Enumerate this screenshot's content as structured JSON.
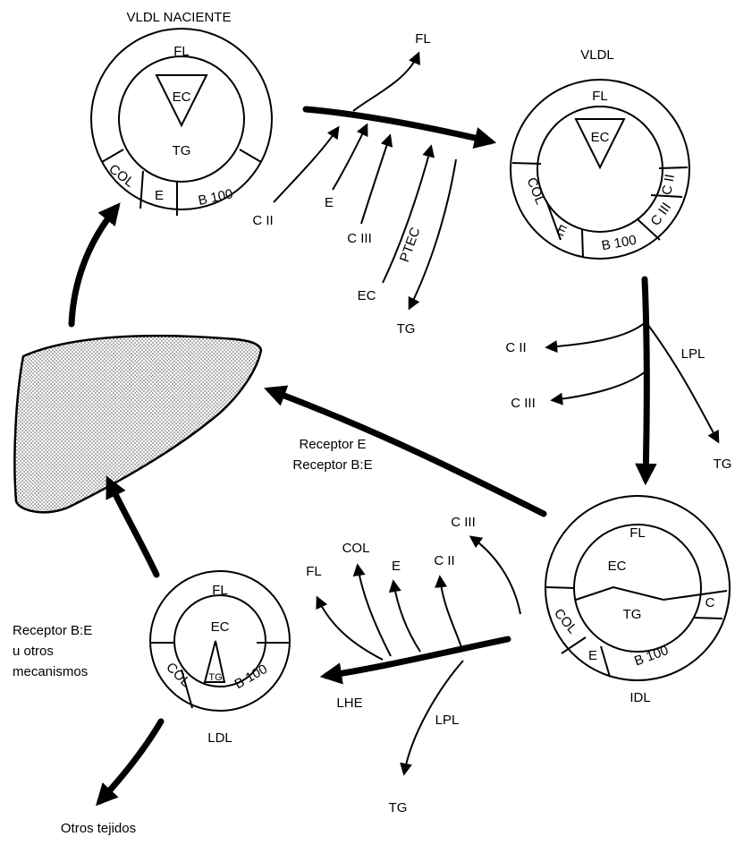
{
  "particles": {
    "vldl_naciente": {
      "title": "VLDL NACIENTE",
      "fl": "FL",
      "ec": "EC",
      "tg": "TG",
      "col": "COL",
      "e": "E",
      "b100": "B 100"
    },
    "vldl": {
      "title": "VLDL",
      "fl": "FL",
      "ec": "EC",
      "col": "COL",
      "e": "E",
      "b100": "B 100",
      "cii": "C II",
      "ciii": "C III"
    },
    "idl": {
      "title": "IDL",
      "fl": "FL",
      "ec": "EC",
      "tg": "TG",
      "col": "COL",
      "e": "E",
      "b100": "B 100",
      "c": "C"
    },
    "ldl": {
      "title": "LDL",
      "fl": "FL",
      "ec": "EC",
      "tg": "TG",
      "col": "COL",
      "b100": "B 100"
    }
  },
  "flows": {
    "top": {
      "fl": "FL",
      "cii": "C II",
      "e": "E",
      "ciii": "C III",
      "ptec": "PTEC",
      "ec": "EC",
      "tg": "TG"
    },
    "right": {
      "cii": "C II",
      "ciii": "C III",
      "lpl": "LPL",
      "tg": "TG"
    },
    "receptors": {
      "line1": "Receptor E",
      "line2": "Receptor B:E"
    },
    "bottom": {
      "ciii": "C III",
      "cii": "C II",
      "e": "E",
      "col": "COL",
      "fl": "FL",
      "lhe": "LHE",
      "lpl": "LPL",
      "tg": "TG"
    },
    "ldl_uptake": {
      "line1": "Receptor B:E",
      "line2": "u otros",
      "line3": "mecanismos"
    },
    "other": "Otros tejidos"
  }
}
